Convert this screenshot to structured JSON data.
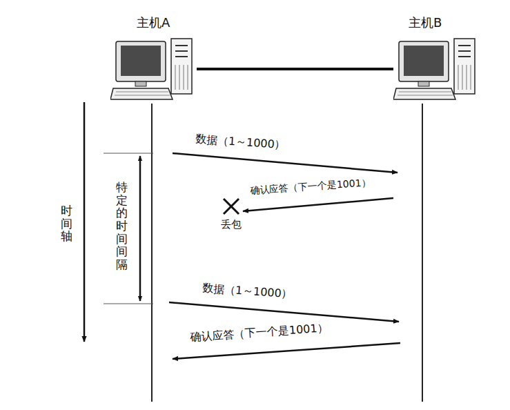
{
  "diagram": {
    "nodes": [
      {
        "text": [
          "主机A"
        ]
      },
      {
        "text": [
          "主机B"
        ]
      }
    ],
    "edges": [
      {
        "from": 0,
        "to": 1,
        "arrow": "none"
      }
    ],
    "labels": [
      "数据（1～1000）",
      "确认应答（下一个是1001）",
      "丢包",
      "特定的时间间隔",
      "时间轴",
      "数据（1～1000）",
      "确认应答（下一个是1001）"
    ]
  }
}
